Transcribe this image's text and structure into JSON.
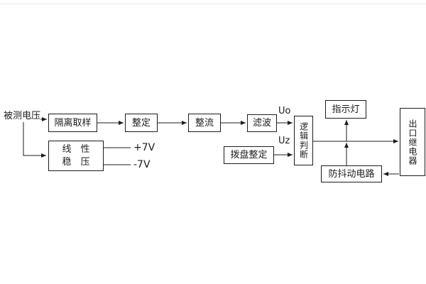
{
  "diagram": {
    "source_label": "被测电压",
    "boxes": {
      "isolation": "隔离取样",
      "setting": "整定",
      "rectifier": "整流",
      "filter": "滤波",
      "logic_judgement": "逻辑判断",
      "dial_setting": "拨盘整定",
      "indicator_lamp": "指示灯",
      "output_relay": "出口继电器",
      "anti_jitter": "防抖动电路",
      "regulator_line1": "线　性",
      "regulator_line2": "稳　压"
    },
    "signal_labels": {
      "uo": "Uo",
      "uz": "Uz",
      "plus_7v": "+7V",
      "minus_7v": "-7V"
    },
    "edges": [
      {
        "from": "source_label",
        "to": "isolation"
      },
      {
        "from": "isolation",
        "to": "setting"
      },
      {
        "from": "setting",
        "to": "rectifier"
      },
      {
        "from": "rectifier",
        "to": "filter"
      },
      {
        "from": "filter",
        "to": "logic_judgement",
        "label": "Uo"
      },
      {
        "from": "dial_setting",
        "to": "logic_judgement",
        "label": "Uz"
      },
      {
        "from": "logic_judgement",
        "to": "output_relay"
      },
      {
        "from": "logic_judgement",
        "to": "indicator_lamp"
      },
      {
        "from": "output_relay",
        "to": "anti_jitter"
      },
      {
        "from": "anti_jitter",
        "to": "logic_output_line"
      },
      {
        "from": "source_label",
        "to": "regulator"
      },
      {
        "from": "regulator",
        "to": "plus_7v"
      },
      {
        "from": "regulator",
        "to": "minus_7v"
      }
    ],
    "colors": {
      "line": "#1c1c1c",
      "background": "#ffffff"
    }
  }
}
